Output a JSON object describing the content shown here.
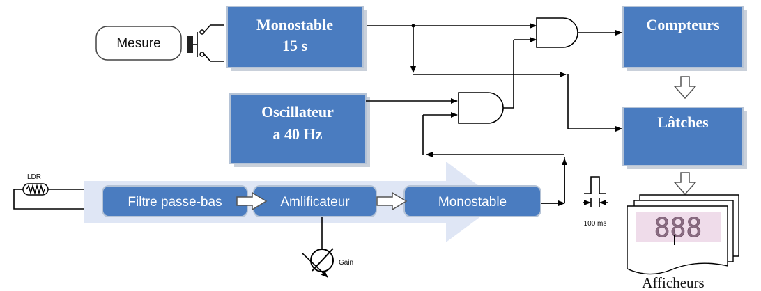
{
  "blocks": {
    "mesure": "Mesure",
    "mono15_line1": "Monostable",
    "mono15_line2": "15 s",
    "osc_line1": "Oscillateur",
    "osc_line2": "a 40 Hz",
    "compteurs": "Compteurs",
    "latches": "Lâtches",
    "filtre": "Filtre passe-bas",
    "ampli": "Amlificateur",
    "monostable": "Monostable"
  },
  "labels": {
    "ldr": "LDR",
    "gain": "Gain",
    "pulse_width": "100 ms",
    "afficheurs": "Afficheurs",
    "display_digits": "888"
  },
  "colors": {
    "block_blue": "#4a7cc0",
    "process_arrow": "#dbe3f4",
    "display_bg": "#efdcea"
  }
}
